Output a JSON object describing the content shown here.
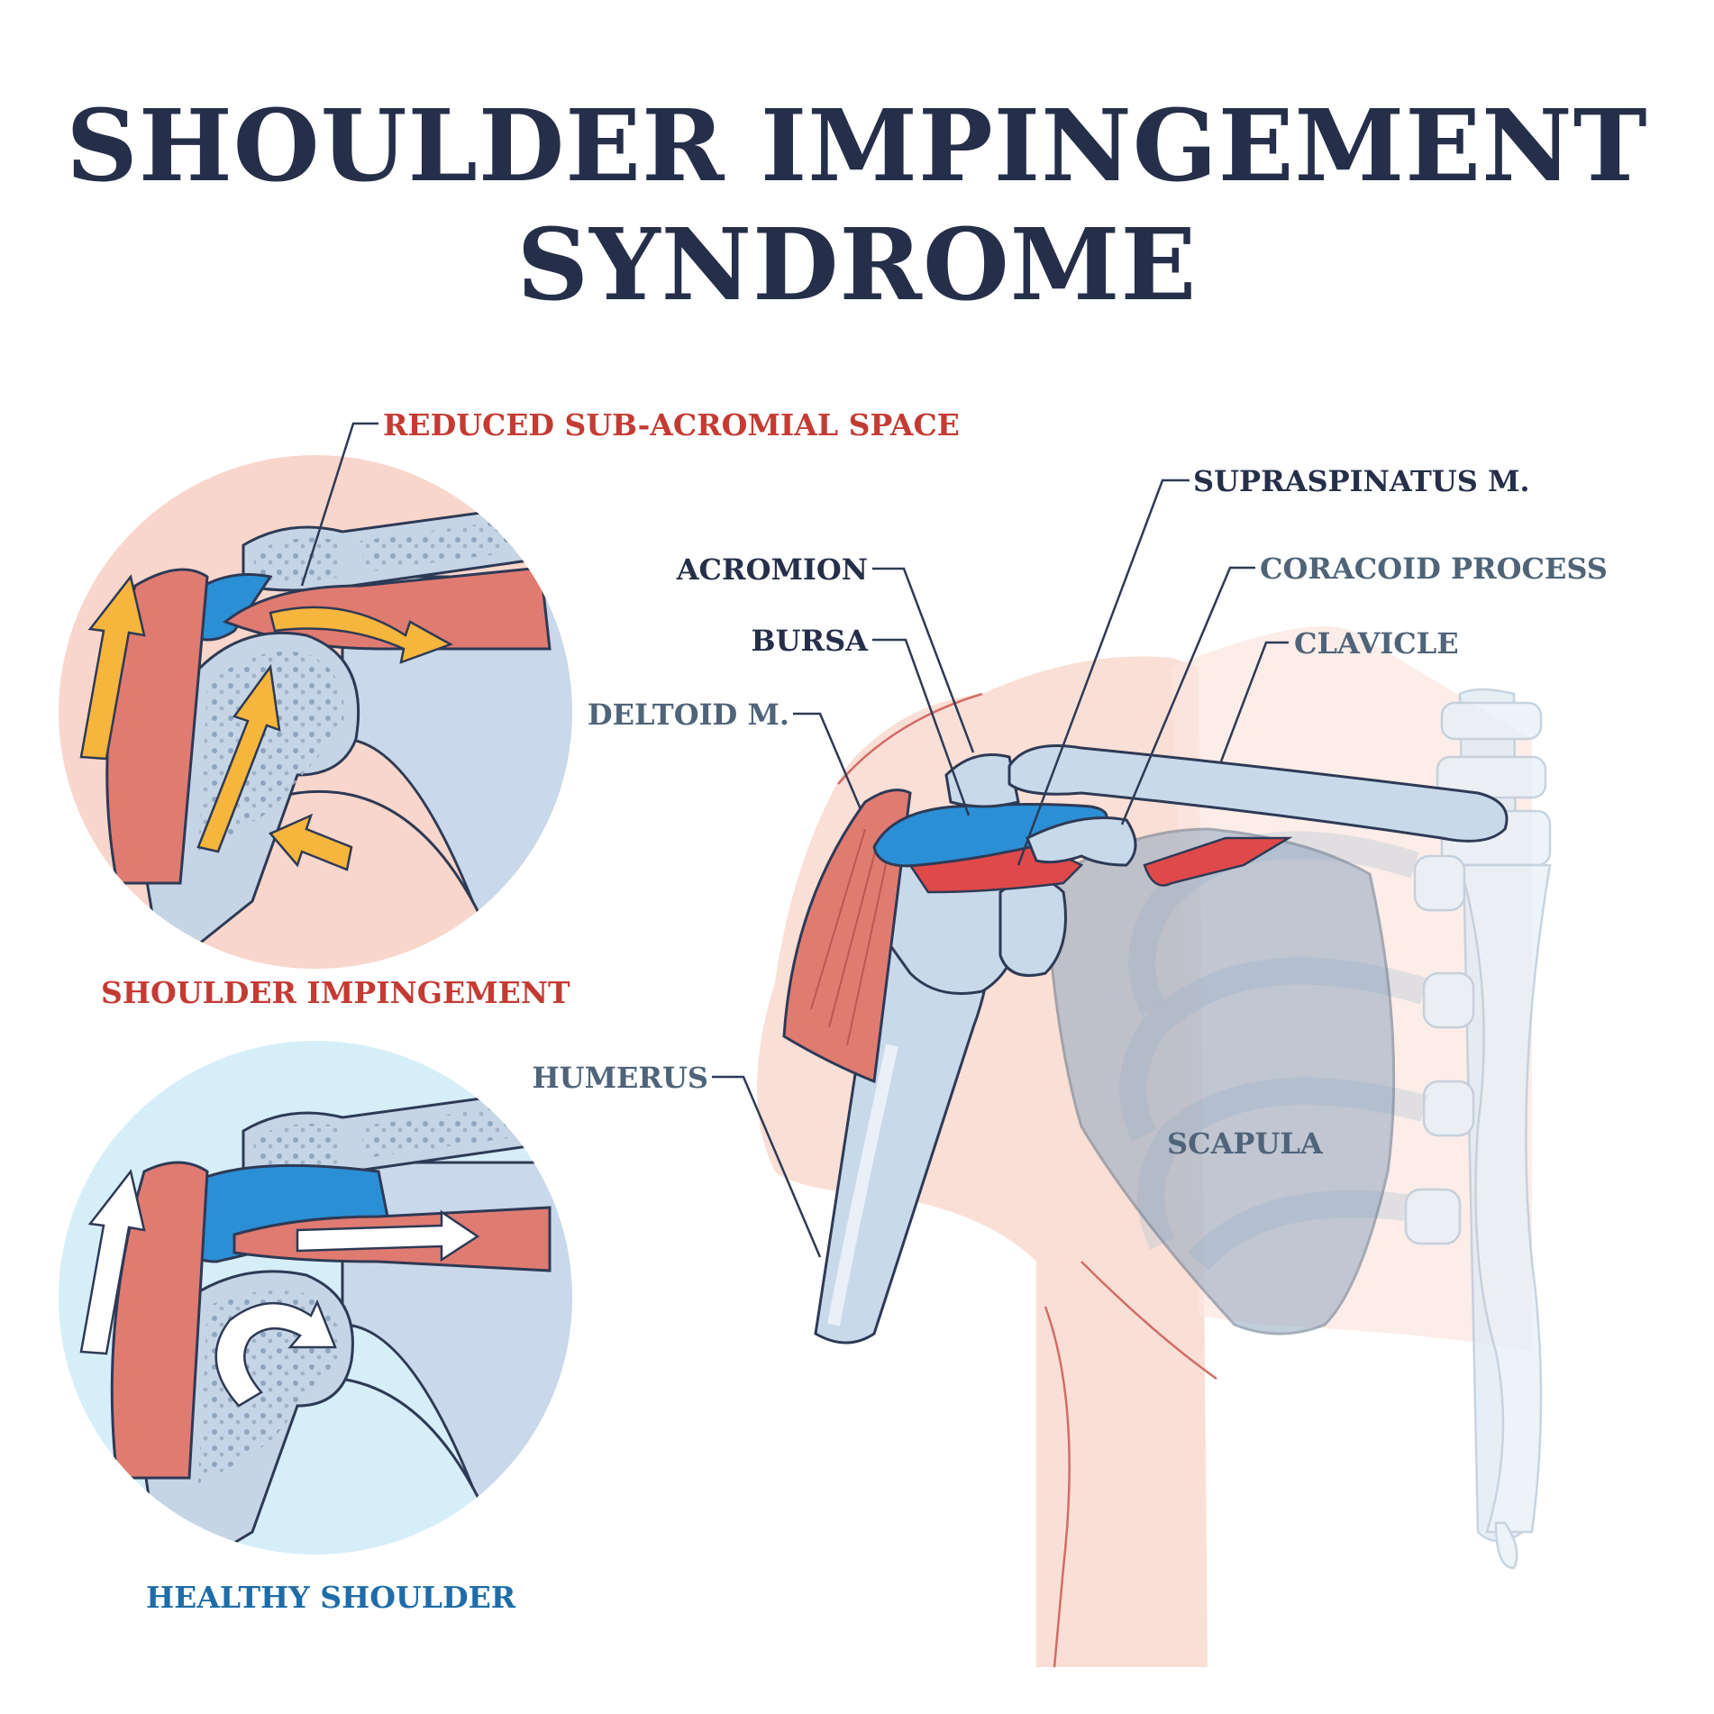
{
  "title": {
    "line1": "SHOULDER IMPINGEMENT",
    "line2": "SYNDROME"
  },
  "insets": {
    "impingement": {
      "caption": "SHOULDER IMPINGEMENT",
      "callout": "REDUCED SUB-ACROMIAL SPACE"
    },
    "healthy": {
      "caption": "HEALTHY SHOULDER"
    }
  },
  "labels": {
    "acromion": "ACROMION",
    "bursa": "BURSA",
    "deltoid": "DELTOID M.",
    "humerus": "HUMERUS",
    "supraspinatus": "SUPRASPINATUS M.",
    "coracoid": "CORACOID PROCESS",
    "clavicle": "CLAVICLE",
    "scapula": "SCAPULA"
  },
  "colors": {
    "title": "#262f4a",
    "label_dark": "#262f4a",
    "label_slate": "#4f6479",
    "label_red": "#c43b33",
    "label_blue": "#1e6da8",
    "bone": "#cfdeec",
    "bursa": "#2b8fd6",
    "muscle": "#e07b72",
    "skin": "#f9d9cf",
    "arrow_yellow": "#f6b53d"
  }
}
